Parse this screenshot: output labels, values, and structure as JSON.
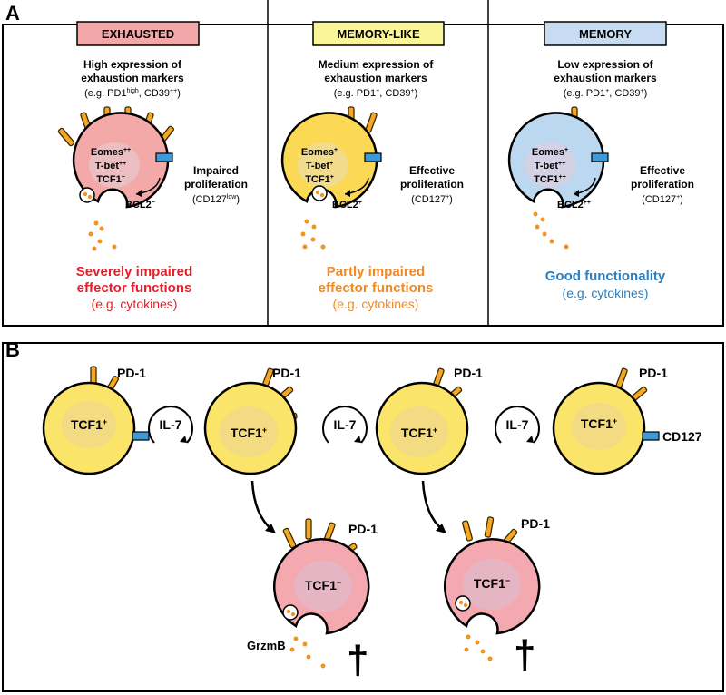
{
  "panel_a": {
    "label": "A",
    "columns": [
      {
        "title": "EXHAUSTED",
        "title_fill": "#f2a8a8",
        "desc_line1": "High expression of",
        "desc_line2": "exhaustion markers",
        "desc_line3_pre": "(e.g. PD1",
        "desc_line3_sup1": "high",
        "desc_line3_mid": ", CD39",
        "desc_line3_sup2": "++",
        "desc_line3_end": ")",
        "tf1_base": "Eomes",
        "tf1_sup": "++",
        "tf2_base": "T-bet",
        "tf2_sup": "++",
        "tf3_base": "TCF1",
        "tf3_sup": "−",
        "bcl_base": "BCL2",
        "bcl_sup": "−",
        "prolif_line1": "Impaired",
        "prolif_line2": "proliferation",
        "prolif_line3_base": "(CD127",
        "prolif_line3_sup": "low",
        "prolif_line3_end": ")",
        "outcome_line1": "Severely impaired",
        "outcome_line2": "effector functions",
        "outcome_line3": "(e.g. cytokines)",
        "outcome_color": "#e3202a",
        "cell_fill": "#f4a9a9",
        "nucleus_fill": "#e8c4c8"
      },
      {
        "title": "MEMORY-LIKE",
        "title_fill": "#fbf59a",
        "desc_line1": "Medium expression of",
        "desc_line2": "exhaustion markers",
        "desc_line3_pre": "(e.g. PD1",
        "desc_line3_sup1": "+",
        "desc_line3_mid": ", CD39",
        "desc_line3_sup2": "+",
        "desc_line3_end": ")",
        "tf1_base": "Eomes",
        "tf1_sup": "+",
        "tf2_base": "T-bet",
        "tf2_sup": "+",
        "tf3_base": "TCF1",
        "tf3_sup": "+",
        "bcl_base": "BCL2",
        "bcl_sup": "+",
        "prolif_line1": "Effective",
        "prolif_line2": "proliferation",
        "prolif_line3_base": "(CD127",
        "prolif_line3_sup": "+",
        "prolif_line3_end": ")",
        "outcome_line1": "Partly impaired",
        "outcome_line2": "effector functions",
        "outcome_line3": "(e.g. cytokines)",
        "outcome_color": "#f08a24",
        "cell_fill": "#fbd955",
        "nucleus_fill": "#eedc9a"
      },
      {
        "title": "MEMORY",
        "title_fill": "#c7dcf1",
        "desc_line1": "Low expression of",
        "desc_line2": "exhaustion markers",
        "desc_line3_pre": "(e.g. PD1",
        "desc_line3_sup1": "+",
        "desc_line3_mid": ", CD39",
        "desc_line3_sup2": "+",
        "desc_line3_end": ")",
        "tf1_base": "Eomes",
        "tf1_sup": "+",
        "tf2_base": "T-bet",
        "tf2_sup": "++",
        "tf3_base": "TCF1",
        "tf3_sup": "++",
        "bcl_base": "BCL2",
        "bcl_sup": "++",
        "prolif_line1": "Effective",
        "prolif_line2": "proliferation",
        "prolif_line3_base": "(CD127",
        "prolif_line3_sup": "+",
        "prolif_line3_end": ")",
        "outcome_line1": "Good functionality",
        "outcome_line2": "(e.g. cytokines)",
        "outcome_line3": "",
        "outcome_color": "#2a7fc1",
        "cell_fill": "#bcd8f0",
        "nucleus_fill": "#d8d0e0"
      }
    ]
  },
  "panel_b": {
    "label": "B",
    "pd1": "PD-1",
    "il7": "IL-7",
    "cd127": "CD127",
    "tcf_pos_base": "TCF1",
    "tcf_pos_sup": "+",
    "tcf_neg_base": "TCF1",
    "tcf_neg_sup": "−",
    "grzmb": "GrzmB",
    "dagger": "†"
  },
  "colors": {
    "yellow_cell": "#fbe46a",
    "pink_cell": "#f4a9b0",
    "receptor": "#f5a623",
    "cd127_receptor": "#3b9ad9",
    "granule": "#f29422"
  }
}
